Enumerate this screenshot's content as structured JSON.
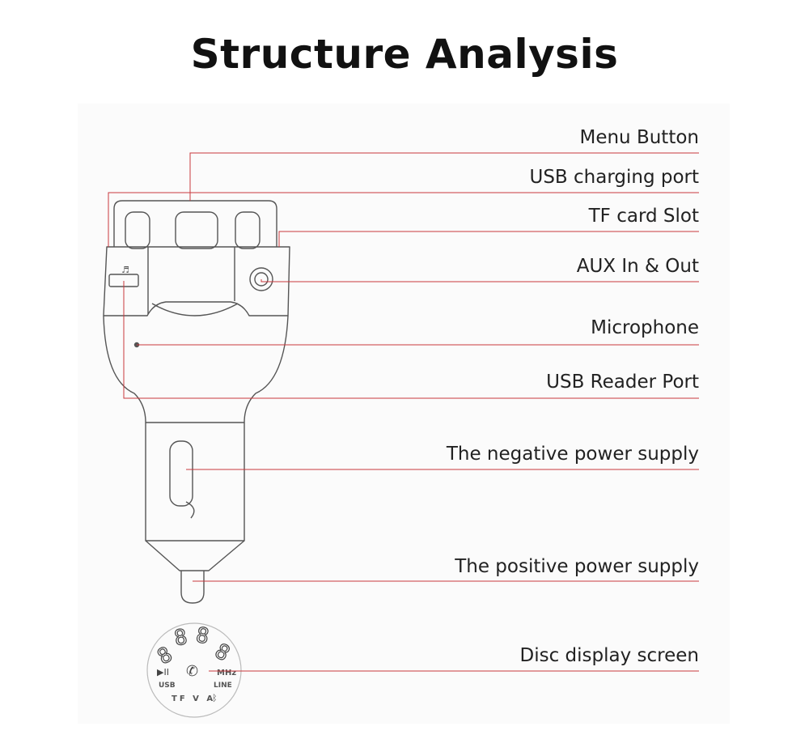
{
  "title": "Structure Analysis",
  "callouts": [
    {
      "key": "menu-button",
      "label": "Menu Button"
    },
    {
      "key": "usb-charging-port",
      "label": "USB charging port"
    },
    {
      "key": "tf-card-slot",
      "label": "TF card Slot"
    },
    {
      "key": "aux-in-out",
      "label": "AUX In & Out"
    },
    {
      "key": "microphone",
      "label": "Microphone"
    },
    {
      "key": "usb-reader-port",
      "label": "USB Reader Port"
    },
    {
      "key": "negative-power-supply",
      "label": "The negative power supply"
    },
    {
      "key": "positive-power-supply",
      "label": "The positive power supply"
    },
    {
      "key": "disc-display-screen",
      "label": "Disc display screen"
    }
  ],
  "display": {
    "digits": "8.8.8.8",
    "mhz": "MHz",
    "usb": "USB",
    "line": "LINE",
    "bottom_row": "TF V A"
  },
  "colors": {
    "leader_line": "#c8383c",
    "outline": "#555555",
    "text": "#222222"
  }
}
